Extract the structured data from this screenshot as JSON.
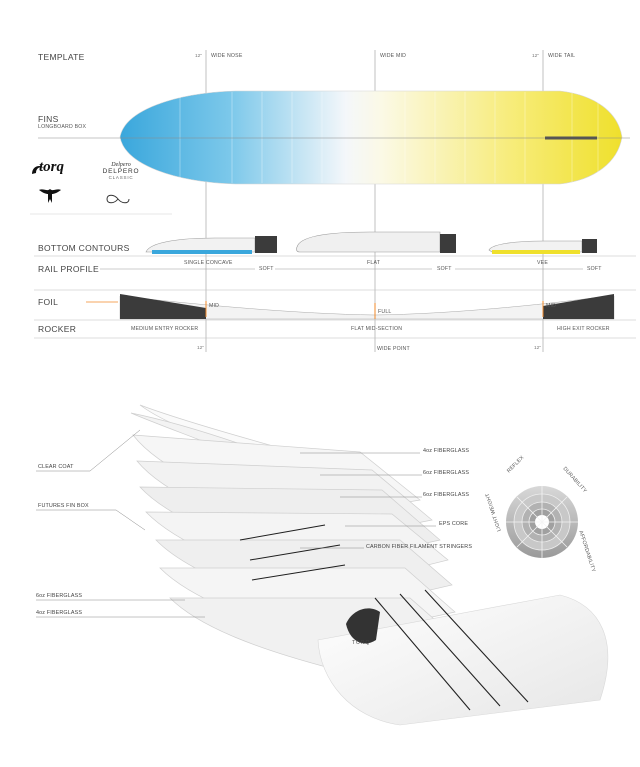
{
  "spec": {
    "template_label": "TEMPLATE",
    "wide_nose": "WIDE NOSE",
    "wide_mid": "WIDE MID",
    "wide_tail": "WIDE TAIL",
    "twelve": "12\"",
    "fins_label": "FINS",
    "fins_sub": "LONGBOARD BOX",
    "bottom_contours_label": "BOTTOM CONTOURS",
    "single_concave": "SINGLE CONCAVE",
    "flat": "FLAT",
    "vee": "VEE",
    "rail_profile_label": "RAIL PROFILE",
    "soft": "SOFT",
    "foil_label": "FOIL",
    "mid": "MID",
    "full": "FULL",
    "rocker_label": "ROCKER",
    "medium_entry_rocker": "MEDIUM ENTRY ROCKER",
    "flat_mid_section": "FLAT MID-SECTION",
    "high_exit_rocker": "HIGH EXIT ROCKER",
    "wide_point": "WIDE POINT"
  },
  "brands": {
    "torq": "torq",
    "delpero_script": "Delpero",
    "delpero": "DELPERO",
    "classic": "CLASSIC"
  },
  "colors": {
    "nose_blue": "#4fb3e0",
    "tail_yellow": "#f2e33a",
    "foil_orange": "#f08a2a",
    "dark_block": "#3b3b3b"
  },
  "construction": {
    "layers_right": [
      "4oz FIBERGLASS",
      "6oz FIBERGLASS",
      "6oz FIBERGLASS",
      "EPS CORE",
      "CARBON FIBER FILAMENT STRINGERS"
    ],
    "layers_left": [
      "CLEAR COAT",
      "FUTURES FIN BOX",
      "6oz FIBERGLASS",
      "4oz FIBERGLASS"
    ],
    "board_text": "TORQ"
  },
  "performance": {
    "reflex": "REFLEX",
    "durability": "DURABILITY",
    "affordability": "AFFORDABILITY",
    "light_weight": "LIGHT WEIGHT"
  }
}
